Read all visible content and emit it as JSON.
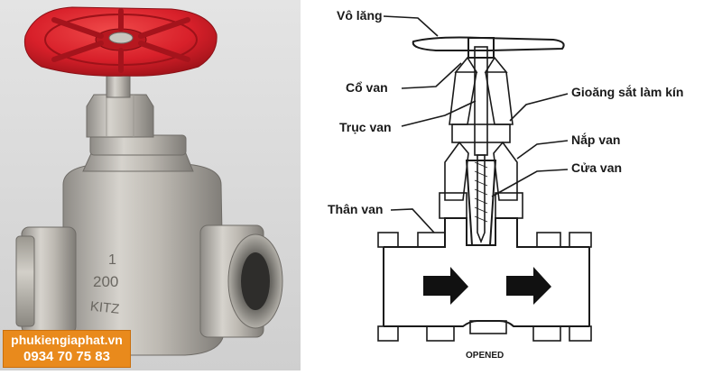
{
  "photo": {
    "body_markings": [
      "1",
      "200",
      "KITZ"
    ]
  },
  "badge": {
    "website": "phukiengiaphat.vn",
    "phone": "0934 70 75 83"
  },
  "diagram": {
    "labels": {
      "handwheel": "Vô lăng",
      "neck": "Cổ van",
      "gland_packing": "Gioăng sắt làm kín",
      "stem": "Trục van",
      "bonnet": "Nắp van",
      "gate": "Cửa van",
      "body": "Thân van"
    },
    "state_caption": "OPENED"
  },
  "colors": {
    "handwheel_red": "#d8202a",
    "badge_orange": "#e98a1c",
    "steel": "#b9b6b0"
  }
}
